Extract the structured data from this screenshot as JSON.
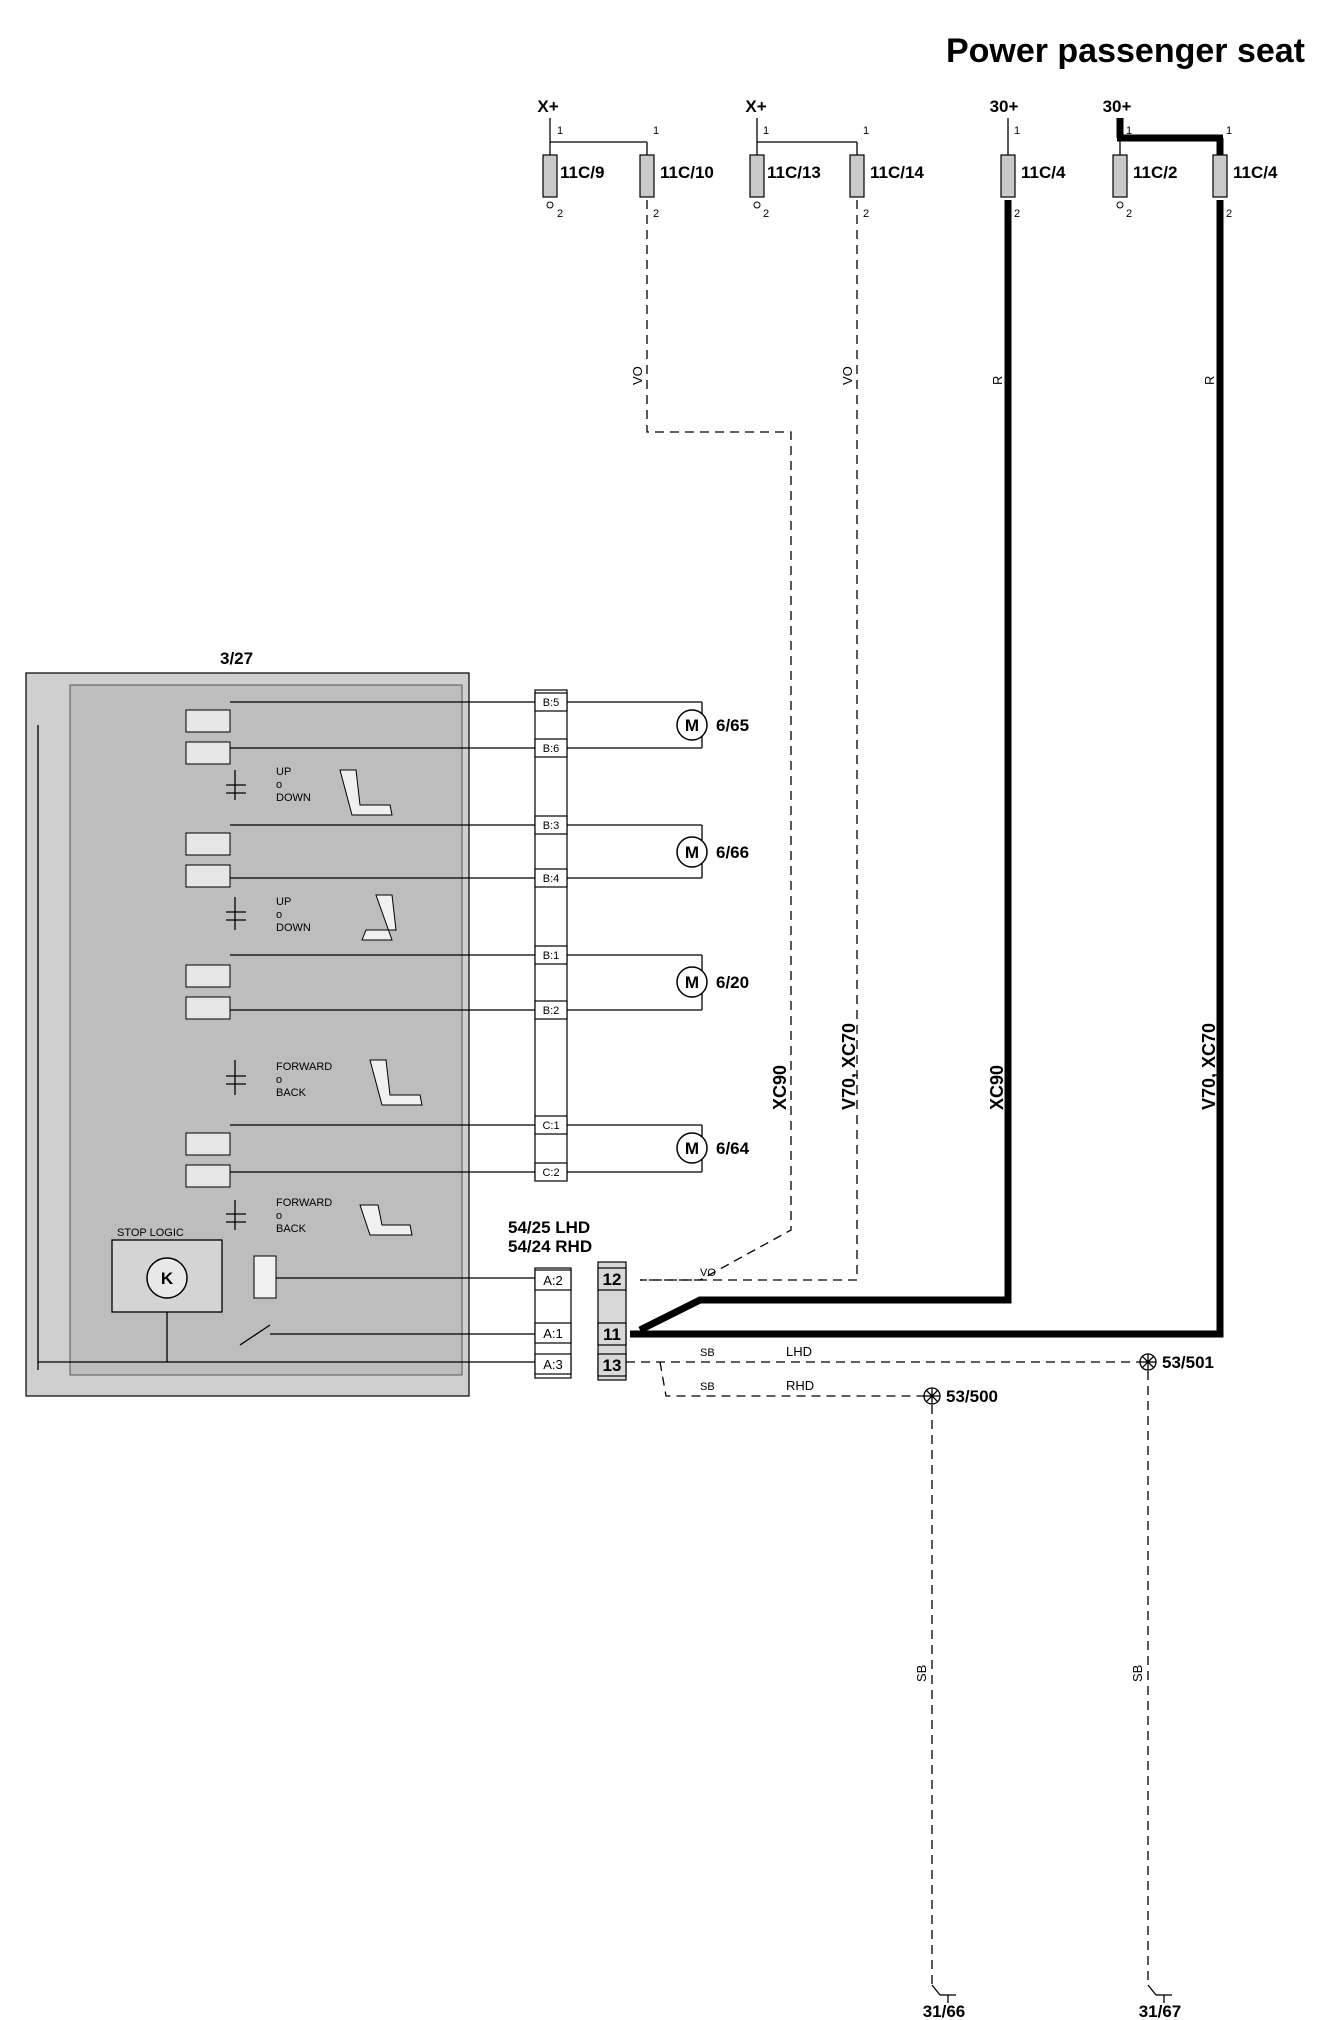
{
  "title": "Power passenger seat",
  "supplies": [
    {
      "label": "X+"
    },
    {
      "label": "X+"
    },
    {
      "label": "30+"
    },
    {
      "label": "30+"
    }
  ],
  "fuses": [
    {
      "name": "11C/9",
      "pin_top": "1",
      "pin_bottom": "2"
    },
    {
      "name": "11C/10",
      "pin_top": "1",
      "pin_bottom": "2"
    },
    {
      "name": "11C/13",
      "pin_top": "1",
      "pin_bottom": "2"
    },
    {
      "name": "11C/14",
      "pin_top": "1",
      "pin_bottom": "2"
    },
    {
      "name": "11C/4",
      "pin_top": "1",
      "pin_bottom": "2"
    },
    {
      "name": "11C/2",
      "pin_top": "1",
      "pin_bottom": "2"
    },
    {
      "name": "11C/4",
      "pin_top": "1",
      "pin_bottom": "2"
    }
  ],
  "wire_colors": {
    "vo_left": "VO",
    "vo_right": "VO",
    "r_left": "R",
    "r_right": "R",
    "vo_horizontal": "VO",
    "sb_lhd": "SB",
    "sb_rhd": "SB",
    "sb_vert_left": "SB",
    "sb_vert_right": "SB"
  },
  "variant_labels": {
    "xc90_dashed": "XC90",
    "v70_dashed": "V70, XC70",
    "xc90_thick": "XC90",
    "v70_thick": "V70, XC70",
    "lhd": "LHD",
    "rhd": "RHD"
  },
  "control_module": {
    "id": "3/27",
    "logic_label": "STOP LOGIC",
    "relay_symbol": "K",
    "switches": [
      {
        "line1": "UP",
        "line2": "o",
        "line3": "DOWN"
      },
      {
        "line1": "UP",
        "line2": "o",
        "line3": "DOWN"
      },
      {
        "line1": "FORWARD",
        "line2": "o",
        "line3": "BACK"
      },
      {
        "line1": "FORWARD",
        "line2": "o",
        "line3": "BACK"
      }
    ]
  },
  "motor_connector_pins": [
    "B:5",
    "B:6",
    "B:3",
    "B:4",
    "B:1",
    "B:2",
    "C:1",
    "C:2"
  ],
  "motors": [
    {
      "symbol": "M",
      "id": "6/65"
    },
    {
      "symbol": "M",
      "id": "6/66"
    },
    {
      "symbol": "M",
      "id": "6/20"
    },
    {
      "symbol": "M",
      "id": "6/64"
    }
  ],
  "power_connector": {
    "label_lhd": "54/25 LHD",
    "label_rhd": "54/24 RHD",
    "pins_a": [
      "A:2",
      "A:1",
      "A:3"
    ],
    "pins_b": [
      "12",
      "11",
      "13"
    ]
  },
  "ground_points": [
    {
      "id": "53/500"
    },
    {
      "id": "53/501"
    }
  ],
  "grounds": [
    {
      "id": "31/66"
    },
    {
      "id": "31/67"
    }
  ]
}
